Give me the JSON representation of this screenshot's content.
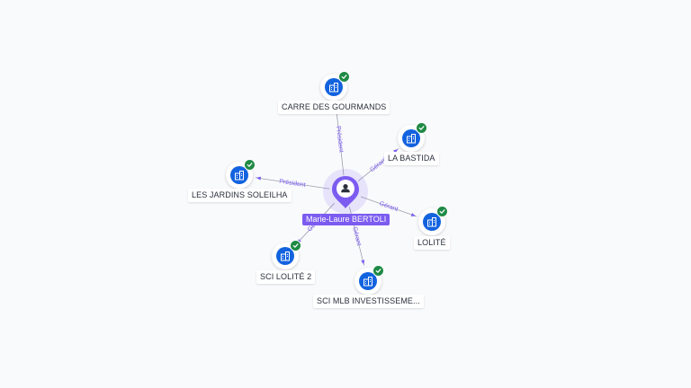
{
  "person": {
    "name": "Marie-Laure BERTOLI",
    "icon": "user-icon",
    "color": "#7c5cf0"
  },
  "companies": [
    {
      "id": "carre",
      "name": "CARRE DES GOURMANDS",
      "icon": "building-icon",
      "verified": true
    },
    {
      "id": "bastida",
      "name": "LA BASTIDA",
      "icon": "building-icon",
      "verified": true
    },
    {
      "id": "jardins",
      "name": "LES JARDINS SOLEILHA",
      "icon": "building-icon",
      "verified": true
    },
    {
      "id": "lolite",
      "name": "LOLITÉ",
      "icon": "building-icon",
      "verified": true
    },
    {
      "id": "sci2",
      "name": "SCI LOLITÉ 2",
      "icon": "building-icon",
      "verified": true
    },
    {
      "id": "mlb",
      "name": "SCI MLB INVESTISSEME...",
      "icon": "building-icon",
      "verified": true
    }
  ],
  "relations": [
    {
      "to": "carre",
      "role": "Président"
    },
    {
      "to": "bastida",
      "role": "Gérant"
    },
    {
      "to": "jardins",
      "role": "Président"
    },
    {
      "to": "lolite",
      "role": "Gérant"
    },
    {
      "to": "sci2",
      "role": "Gérant"
    },
    {
      "to": "mlb",
      "role": "Gérant"
    }
  ],
  "colors": {
    "company": "#1363df",
    "verified": "#1f8a45",
    "edge_label": "#7c5cf0",
    "edge_line": "#9aa0ad",
    "background": "#f9fafc"
  }
}
